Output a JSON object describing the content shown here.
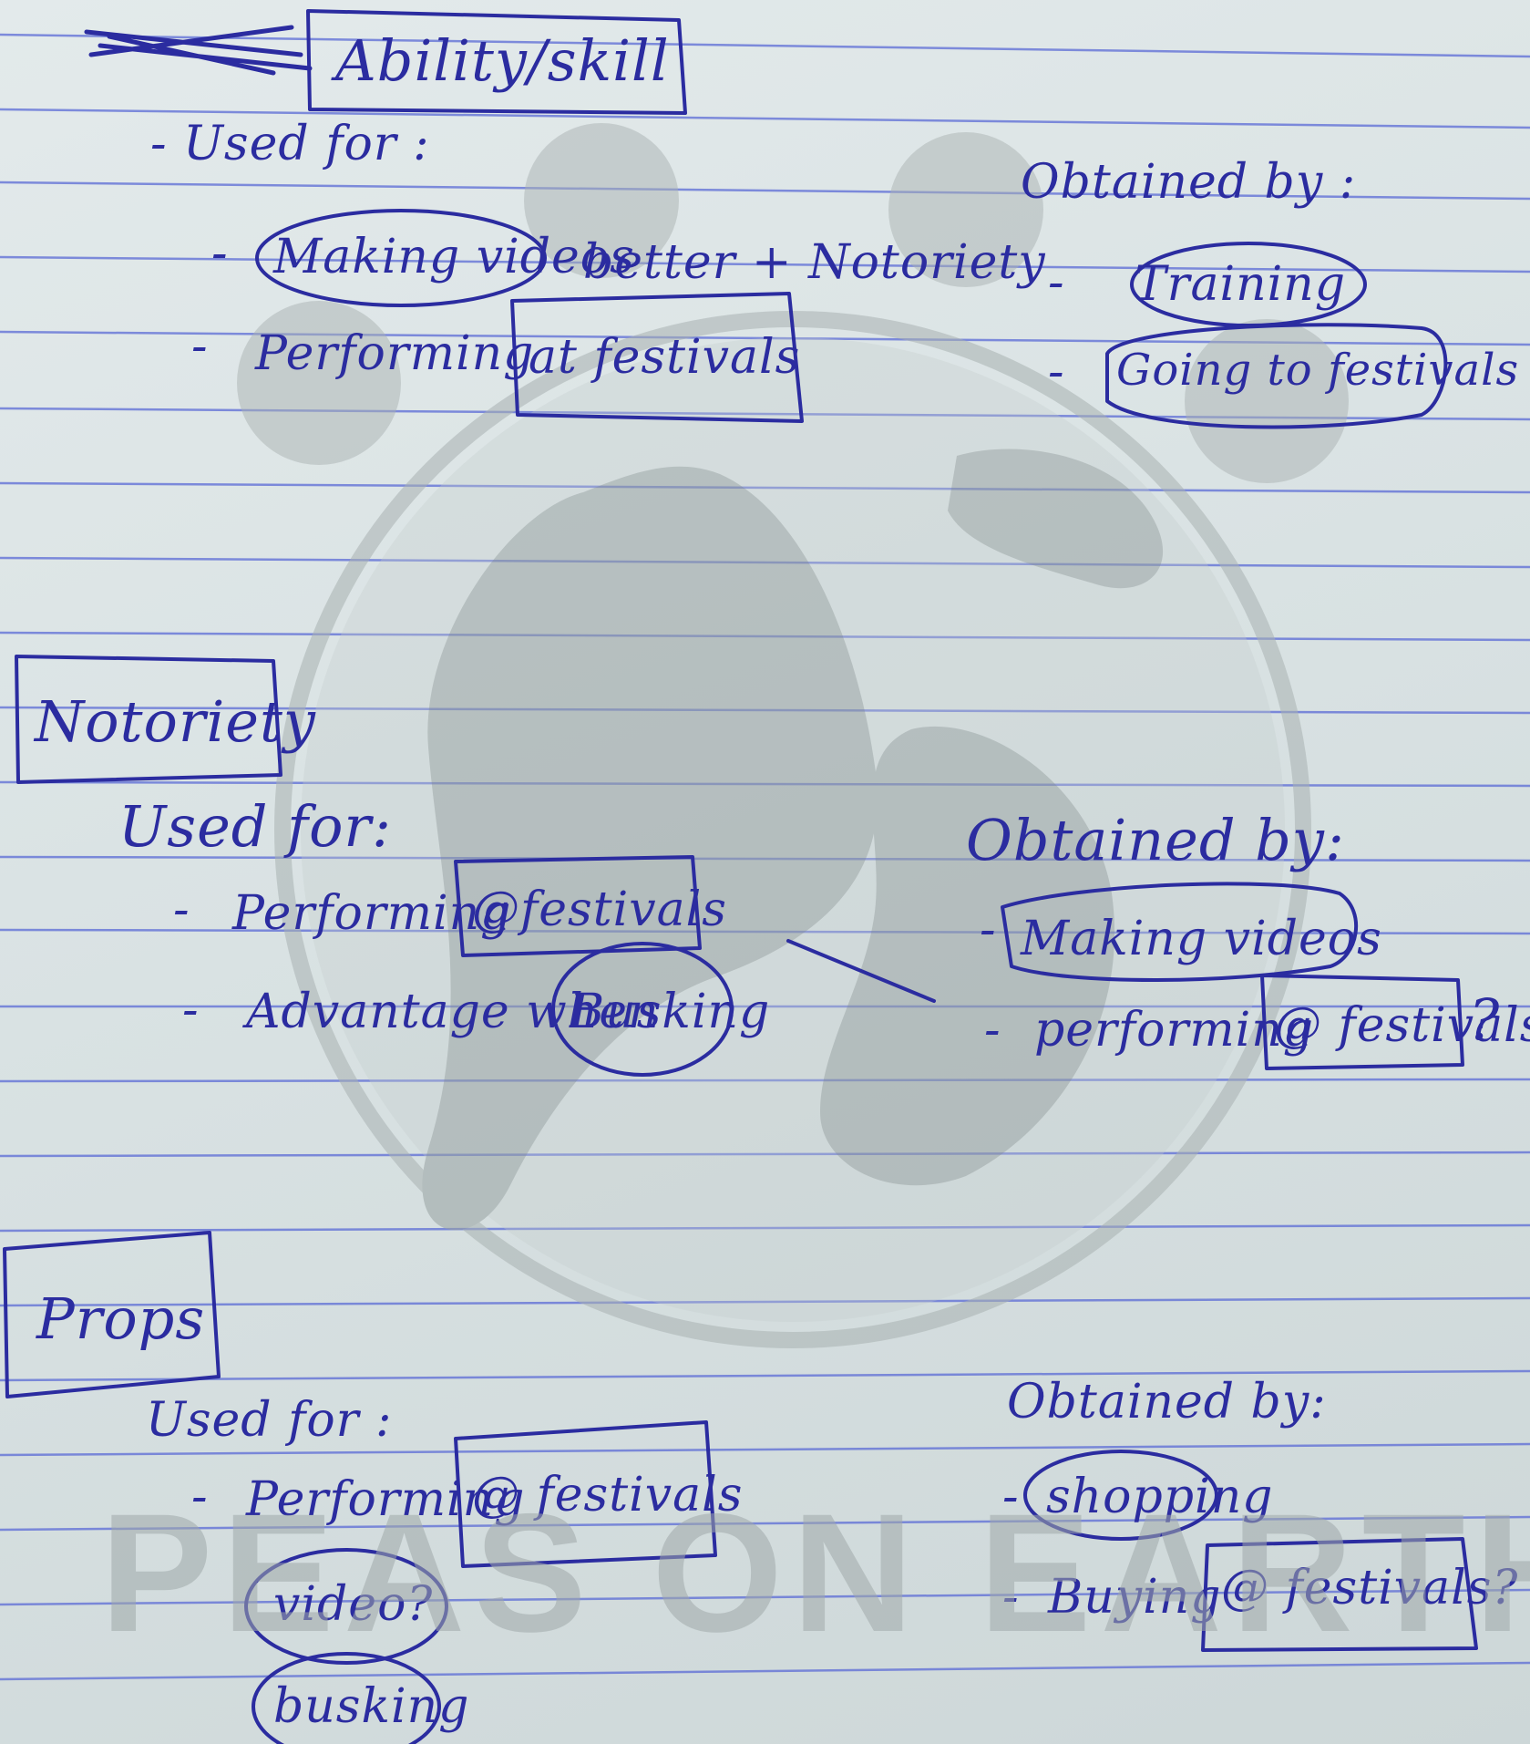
{
  "notes": {
    "section_ability": {
      "heading": "Ability/skill",
      "used_for_label": "- Used for :",
      "used_items": [
        {
          "prefix": "-",
          "circled": "Making videos",
          "rest": "better + Notoriety"
        },
        {
          "prefix": "-",
          "text": "Performing",
          "boxed": "at festivals"
        }
      ],
      "obtained_label": "Obtained by :",
      "obtained_items": [
        {
          "prefix": "-",
          "circled": "Training"
        },
        {
          "prefix": "-",
          "circled": "Going to festivals"
        }
      ]
    },
    "section_notoriety": {
      "heading": "Notoriety",
      "used_for_label": "Used for:",
      "used_items": [
        {
          "prefix": "-",
          "text": "Performing",
          "boxed": "@festivals"
        },
        {
          "prefix": "-",
          "text": "Advantage when",
          "circled": "Busking"
        }
      ],
      "obtained_label": "Obtained by:",
      "obtained_items": [
        {
          "prefix": "-",
          "circled": "Making videos"
        },
        {
          "prefix": "-",
          "text": "performing",
          "boxed": "@ festivals",
          "suffix": "?"
        }
      ]
    },
    "section_props": {
      "heading": "Props",
      "used_for_label": "Used for :",
      "used_items": [
        {
          "prefix": "-",
          "text": "Performing",
          "boxed": "@ festivals"
        }
      ],
      "extra_circled": [
        "video?",
        "busking"
      ],
      "obtained_label": "Obtained by:",
      "obtained_items": [
        {
          "prefix": "-",
          "circled": "shopping"
        },
        {
          "prefix": "-",
          "text": "Buying",
          "boxed": "@ festivals?"
        }
      ]
    }
  },
  "watermark": {
    "text": "PEAS ON EARTH",
    "logo": "earth-globe-with-peas-logo"
  },
  "colors": {
    "ink": "#2b2ca0",
    "paper": "#d9e2e3",
    "rule_line": "#5b6bd6",
    "watermark": "#a9b2b2"
  }
}
